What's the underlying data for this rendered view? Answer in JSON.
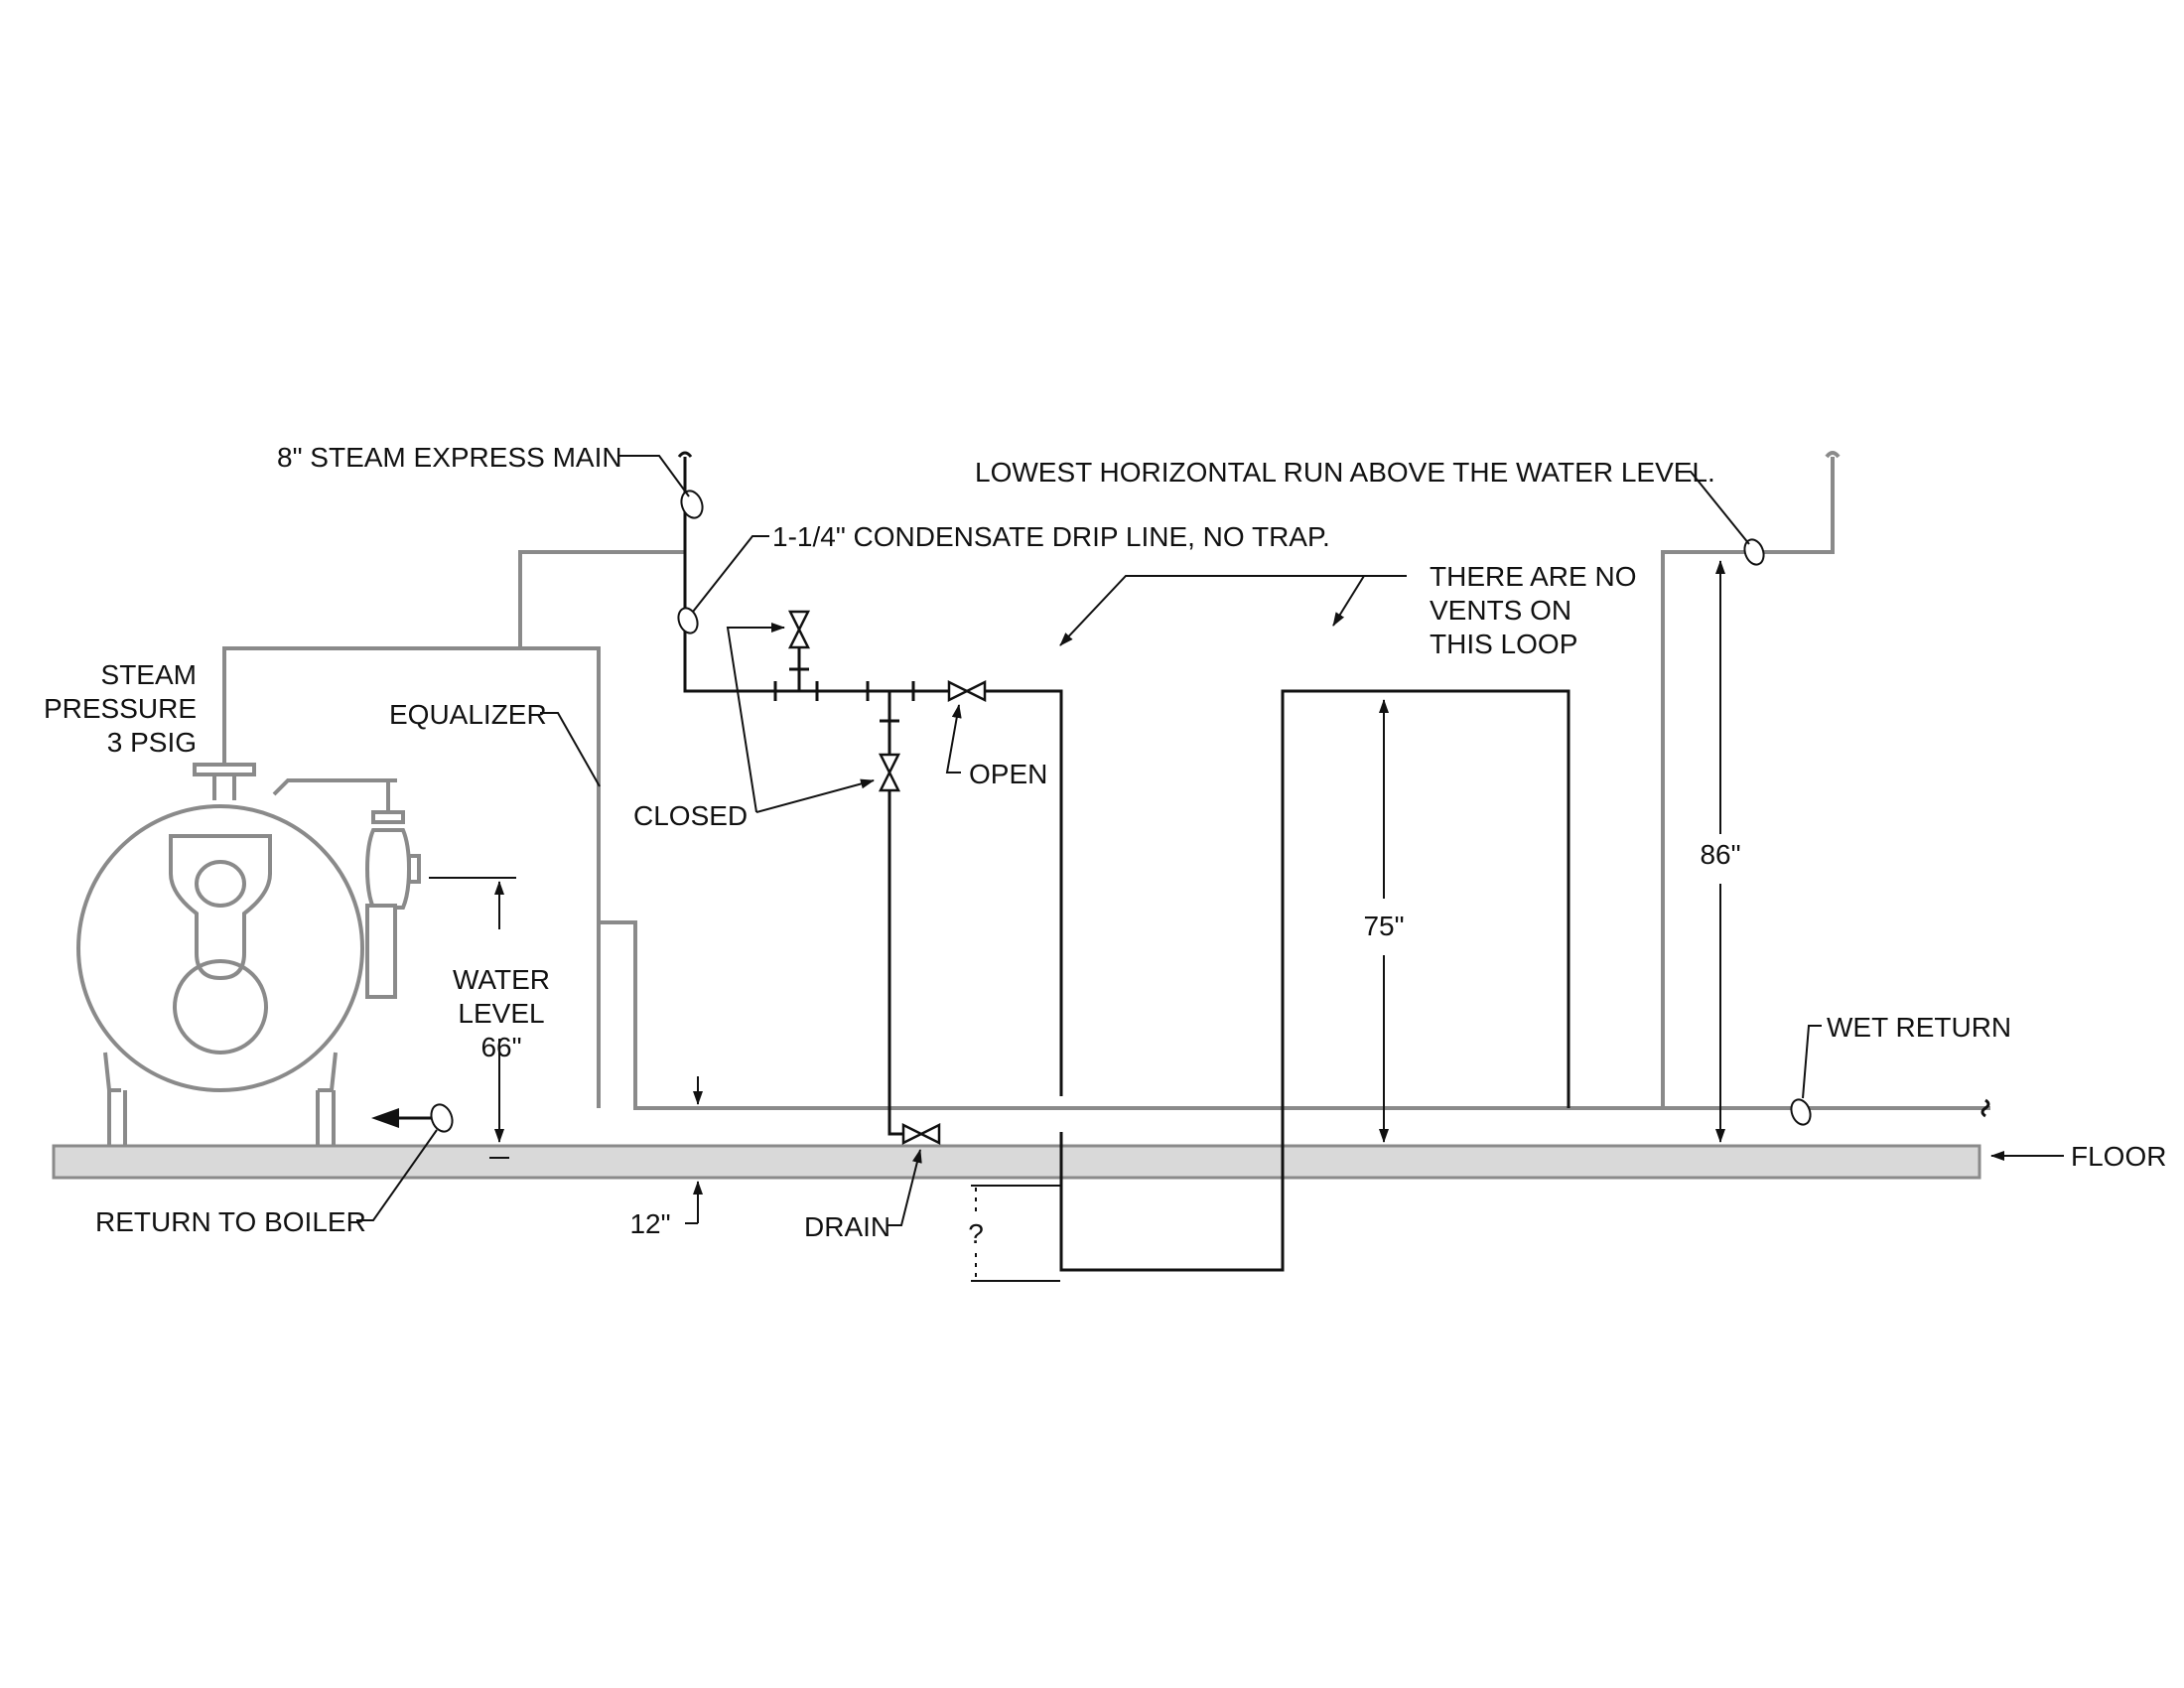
{
  "labels": {
    "steam_express_main": "8\" STEAM EXPRESS MAIN",
    "condensate_drip_line": "1-1/4\" CONDENSATE DRIP LINE, NO TRAP.",
    "lowest_horizontal_run": "LOWEST HORIZONTAL RUN ABOVE THE WATER LEVEL.",
    "no_vents_line1": "THERE ARE NO",
    "no_vents_line2": "VENTS ON",
    "no_vents_line3": "THIS LOOP",
    "steam_pressure_line1": "STEAM",
    "steam_pressure_line2": "PRESSURE",
    "steam_pressure_line3": "3 PSIG",
    "equalizer": "EQUALIZER",
    "closed": "CLOSED",
    "open": "OPEN",
    "water_level_line1": "WATER",
    "water_level_line2": "LEVEL",
    "water_level_value": "66\"",
    "dim_75": "75\"",
    "dim_86": "86\"",
    "dim_12": "12\"",
    "dim_unknown": "?",
    "wet_return": "WET RETURN",
    "floor": "FLOOR",
    "return_to_boiler": "RETURN TO BOILER",
    "drain": "DRAIN"
  },
  "colors": {
    "pipe": "#111111",
    "equipment": "#8a8a8a",
    "floor_fill": "#d9d9d9"
  }
}
